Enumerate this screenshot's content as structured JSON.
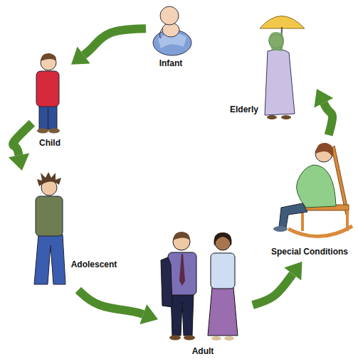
{
  "diagram": {
    "nodes": [
      {
        "text": [
          "Infant"
        ]
      },
      {
        "text": [
          "Child"
        ]
      },
      {
        "text": [
          "Adolescent"
        ]
      },
      {
        "text": [
          "Adult"
        ]
      },
      {
        "text": [
          "Special Conditions"
        ]
      },
      {
        "text": [
          "Elderly"
        ]
      }
    ],
    "edges": [
      {
        "from": 0,
        "to": 1,
        "arrow": "to"
      },
      {
        "from": 1,
        "to": 2,
        "arrow": "to"
      },
      {
        "from": 2,
        "to": 3,
        "arrow": "to"
      },
      {
        "from": 3,
        "to": 4,
        "arrow": "to"
      },
      {
        "from": 4,
        "to": 5,
        "arrow": "to"
      }
    ]
  }
}
